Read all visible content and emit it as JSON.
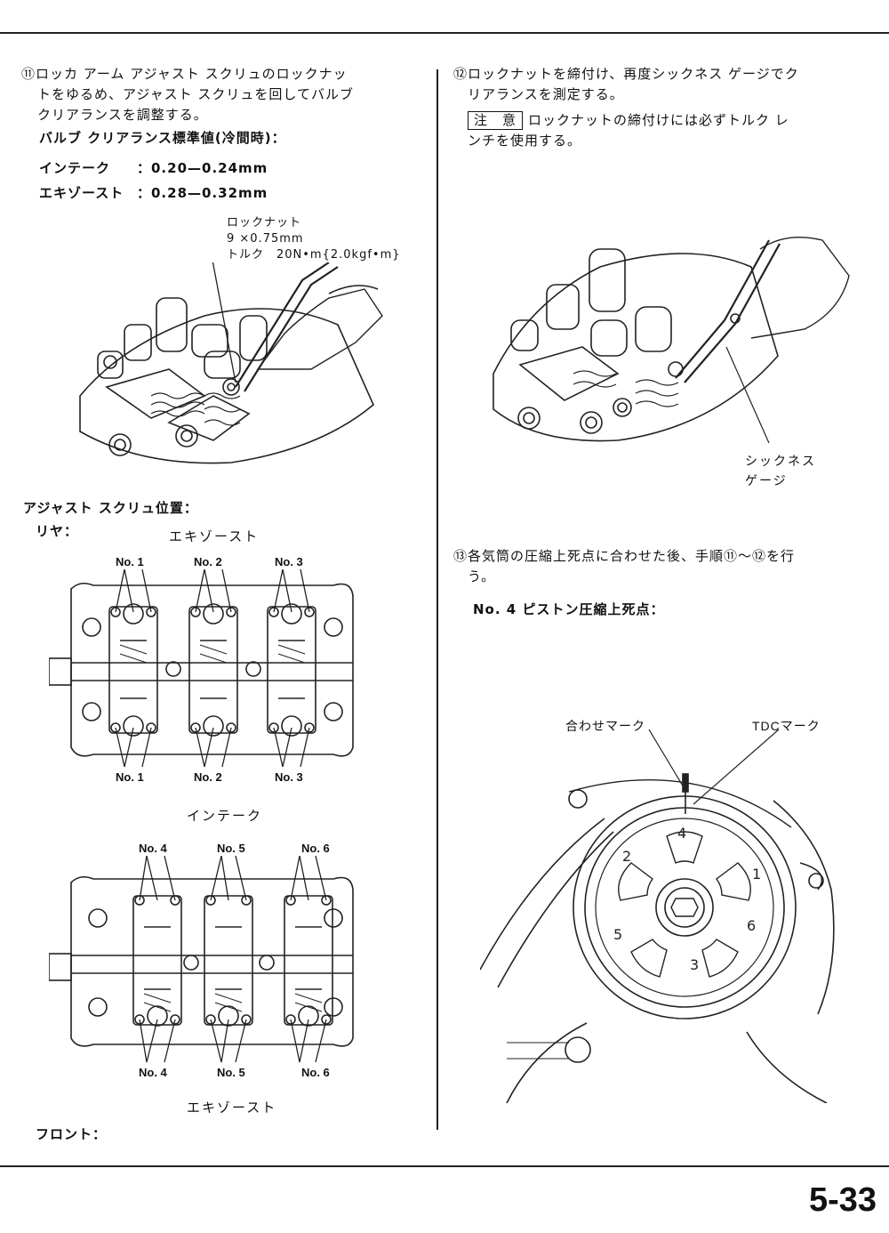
{
  "step11": {
    "marker": "⑪",
    "text_line1": "ロッカ アーム アジャスト スクリュのロックナッ",
    "text_line2": "トをゆるめ、アジャスト スクリュを回してバルブ",
    "text_line3": "クリアランスを調整する。",
    "spec_title": "バルブ クリアランス標準値(冷間時)：",
    "intake_label": "インテーク",
    "intake_value": "：0.20—0.24mm",
    "exhaust_label": "エキゾースト",
    "exhaust_value": "：0.28—0.32mm",
    "locknut_label": "ロックナット",
    "locknut_size": "9 ×0.75mm",
    "locknut_torque": "トルク　20N•m{2.0kgf•m}"
  },
  "adjust_positions": {
    "title": "アジャスト スクリュ位置：",
    "rear_label": "リヤ：",
    "rear_top_label": "エキゾースト",
    "rear_mid_label": "インテーク",
    "rear_top_cyl": [
      "No. 1",
      "No. 2",
      "No. 3"
    ],
    "rear_bot_cyl": [
      "No. 1",
      "No. 2",
      "No. 3"
    ],
    "front_top_cyl": [
      "No. 4",
      "No. 5",
      "No. 6"
    ],
    "front_bot_cyl": [
      "No. 4",
      "No. 5",
      "No. 6"
    ],
    "front_bottom_label": "エキゾースト",
    "front_label": "フロント："
  },
  "step12": {
    "marker": "⑫",
    "text_line1": "ロックナットを締付け、再度シックネス ゲージでク",
    "text_line2": "リアランスを測定する。",
    "caution_label": "注　意",
    "caution_text1": "ロックナットの締付けには必ずトルク レ",
    "caution_text2": "ンチを使用する。",
    "gauge_label1": "シックネス",
    "gauge_label2": "ゲージ"
  },
  "step13": {
    "marker": "⑬",
    "text_line1": "各気筒の圧縮上死点に合わせた後、手順⑪～⑫を行",
    "text_line2": "う。",
    "piston_title": "No. 4 ピストン圧縮上死点：",
    "align_mark_label": "合わせマーク",
    "tdc_mark_label": "TDCマーク",
    "pulley_numbers": [
      "4",
      "2",
      "1",
      "5",
      "6",
      "3"
    ]
  },
  "page_number": "5-33"
}
